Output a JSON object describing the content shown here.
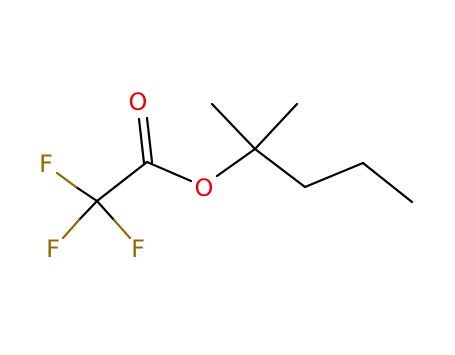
{
  "molecule": {
    "atoms": {
      "o_carbonyl": {
        "label": "O",
        "color": "#e8000b"
      },
      "o_ester": {
        "label": "O",
        "color": "#e8000b"
      },
      "f_left": {
        "label": "F",
        "color": "#946800"
      },
      "f_bottom_left": {
        "label": "F",
        "color": "#946800"
      },
      "f_bottom_right": {
        "label": "F",
        "color": "#946800"
      }
    },
    "bond_color": "#000000"
  }
}
